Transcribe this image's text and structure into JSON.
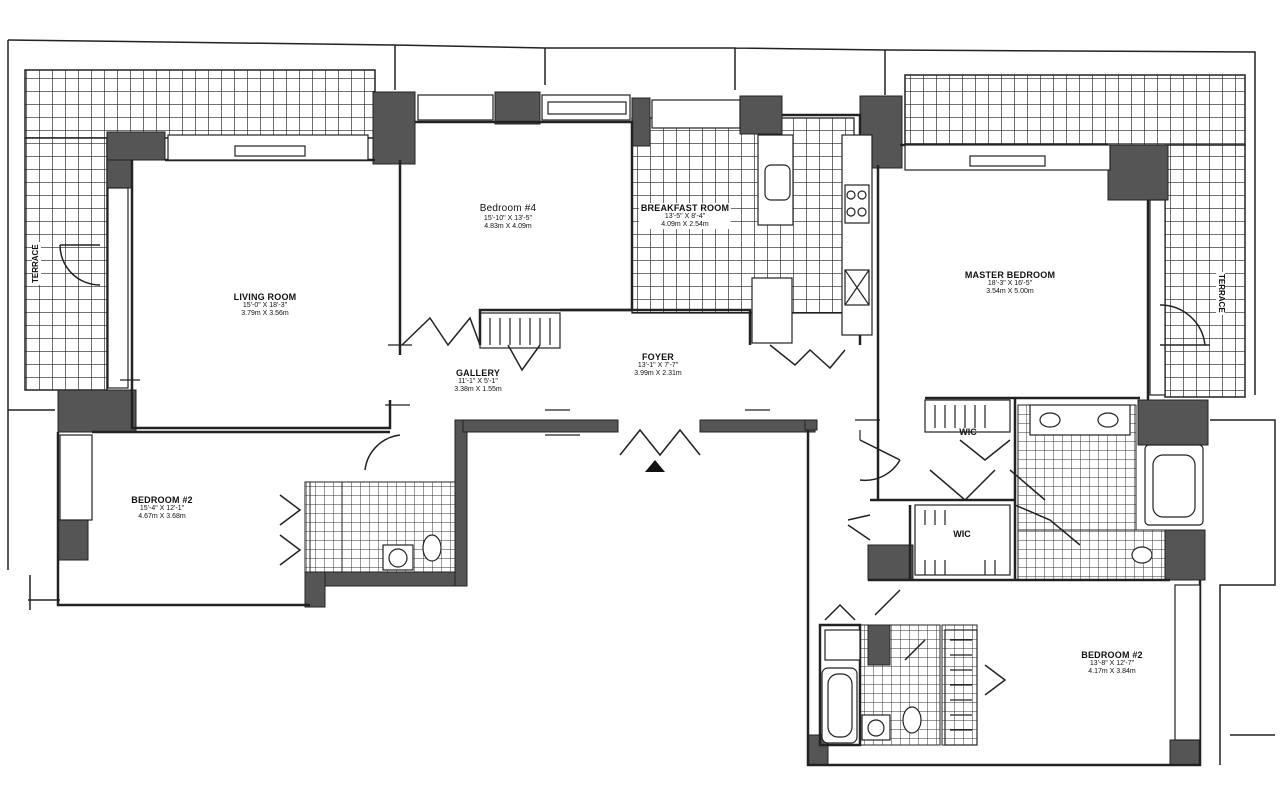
{
  "rooms": {
    "living": {
      "name": "LIVING ROOM",
      "dim_imperial": "15'-0\" X 18'-3\"",
      "dim_metric": "3.79m X 3.56m"
    },
    "bedroom4": {
      "name": "Bedroom #4",
      "dim_imperial": "15'-10\" X 13'-5\"",
      "dim_metric": "4.83m X 4.09m"
    },
    "breakfast": {
      "name": "BREAKFAST ROOM",
      "dim_imperial": "13'-5\" X 8'-4\"",
      "dim_metric": "4.09m X 2.54m"
    },
    "master": {
      "name": "MASTER BEDROOM",
      "dim_imperial": "18'-3\" X 16'-5\"",
      "dim_metric": "3.54m X 5.00m"
    },
    "gallery": {
      "name": "GALLERY",
      "dim_imperial": "11'-1\" X 5'-1\"",
      "dim_metric": "3.38m X 1.55m"
    },
    "foyer": {
      "name": "FOYER",
      "dim_imperial": "13'-1\" X 7'-7\"",
      "dim_metric": "3.99m X 2.31m"
    },
    "bedroom2a": {
      "name": "BEDROOM #2",
      "dim_imperial": "15'-4\" X 12'-1\"",
      "dim_metric": "4.67m X 3.68m"
    },
    "bedroom2b": {
      "name": "BEDROOM #2",
      "dim_imperial": "13'-8\" X 12'-7\"",
      "dim_metric": "4.17m X 3.84m"
    },
    "wic_upper": {
      "name": "WIC"
    },
    "wic_lower": {
      "name": "WIC"
    },
    "terrace_left": {
      "name": "TERRACE"
    },
    "terrace_right": {
      "name": "TERRACE"
    }
  }
}
